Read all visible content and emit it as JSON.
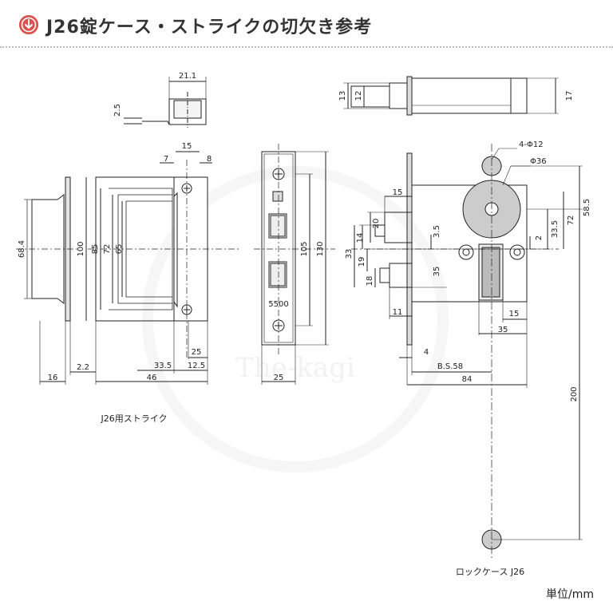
{
  "header": {
    "title": "J26錠ケース・ストライクの切欠き参考",
    "accent_color": "#d9534f",
    "icon": "down-arrow-icon"
  },
  "captions": {
    "strike": "J26用ストライク",
    "lockcase": "ロックケース J26",
    "unit": "単位/mm",
    "watermark": "The-kagi"
  },
  "dims": {
    "d21_1": "21.1",
    "d2_5": "2.5",
    "d15_top": "15",
    "d7": "7",
    "d8": "8",
    "d68_4": "68.4",
    "d100": "100",
    "d85": "85",
    "d72": "72",
    "d65": "65",
    "d25_strike": "25",
    "d33_5": "33.5",
    "d12_5": "12.5",
    "d46": "46",
    "d16": "16",
    "d2_2": "2.2",
    "d105": "105",
    "d130": "130",
    "d25_face": "25",
    "faceplate_mark": "5500",
    "d13": "13",
    "d12": "12",
    "d17": "17",
    "d4_phi12": "4-Φ12",
    "d_phi36": "Φ36",
    "d58_5": "58.5",
    "d72_case": "72",
    "d33_5_case": "33.5",
    "d2_case": "2",
    "d15_case": "15",
    "d20": "20",
    "d14": "14",
    "d3_5": "3.5",
    "d33": "33",
    "d19": "19",
    "d18": "18",
    "d35_right": "35",
    "d11": "11",
    "d15_bottom": "15",
    "d35_bottom": "35",
    "d4": "4",
    "bs58": "B.S.58",
    "d84": "84",
    "d200": "200"
  }
}
